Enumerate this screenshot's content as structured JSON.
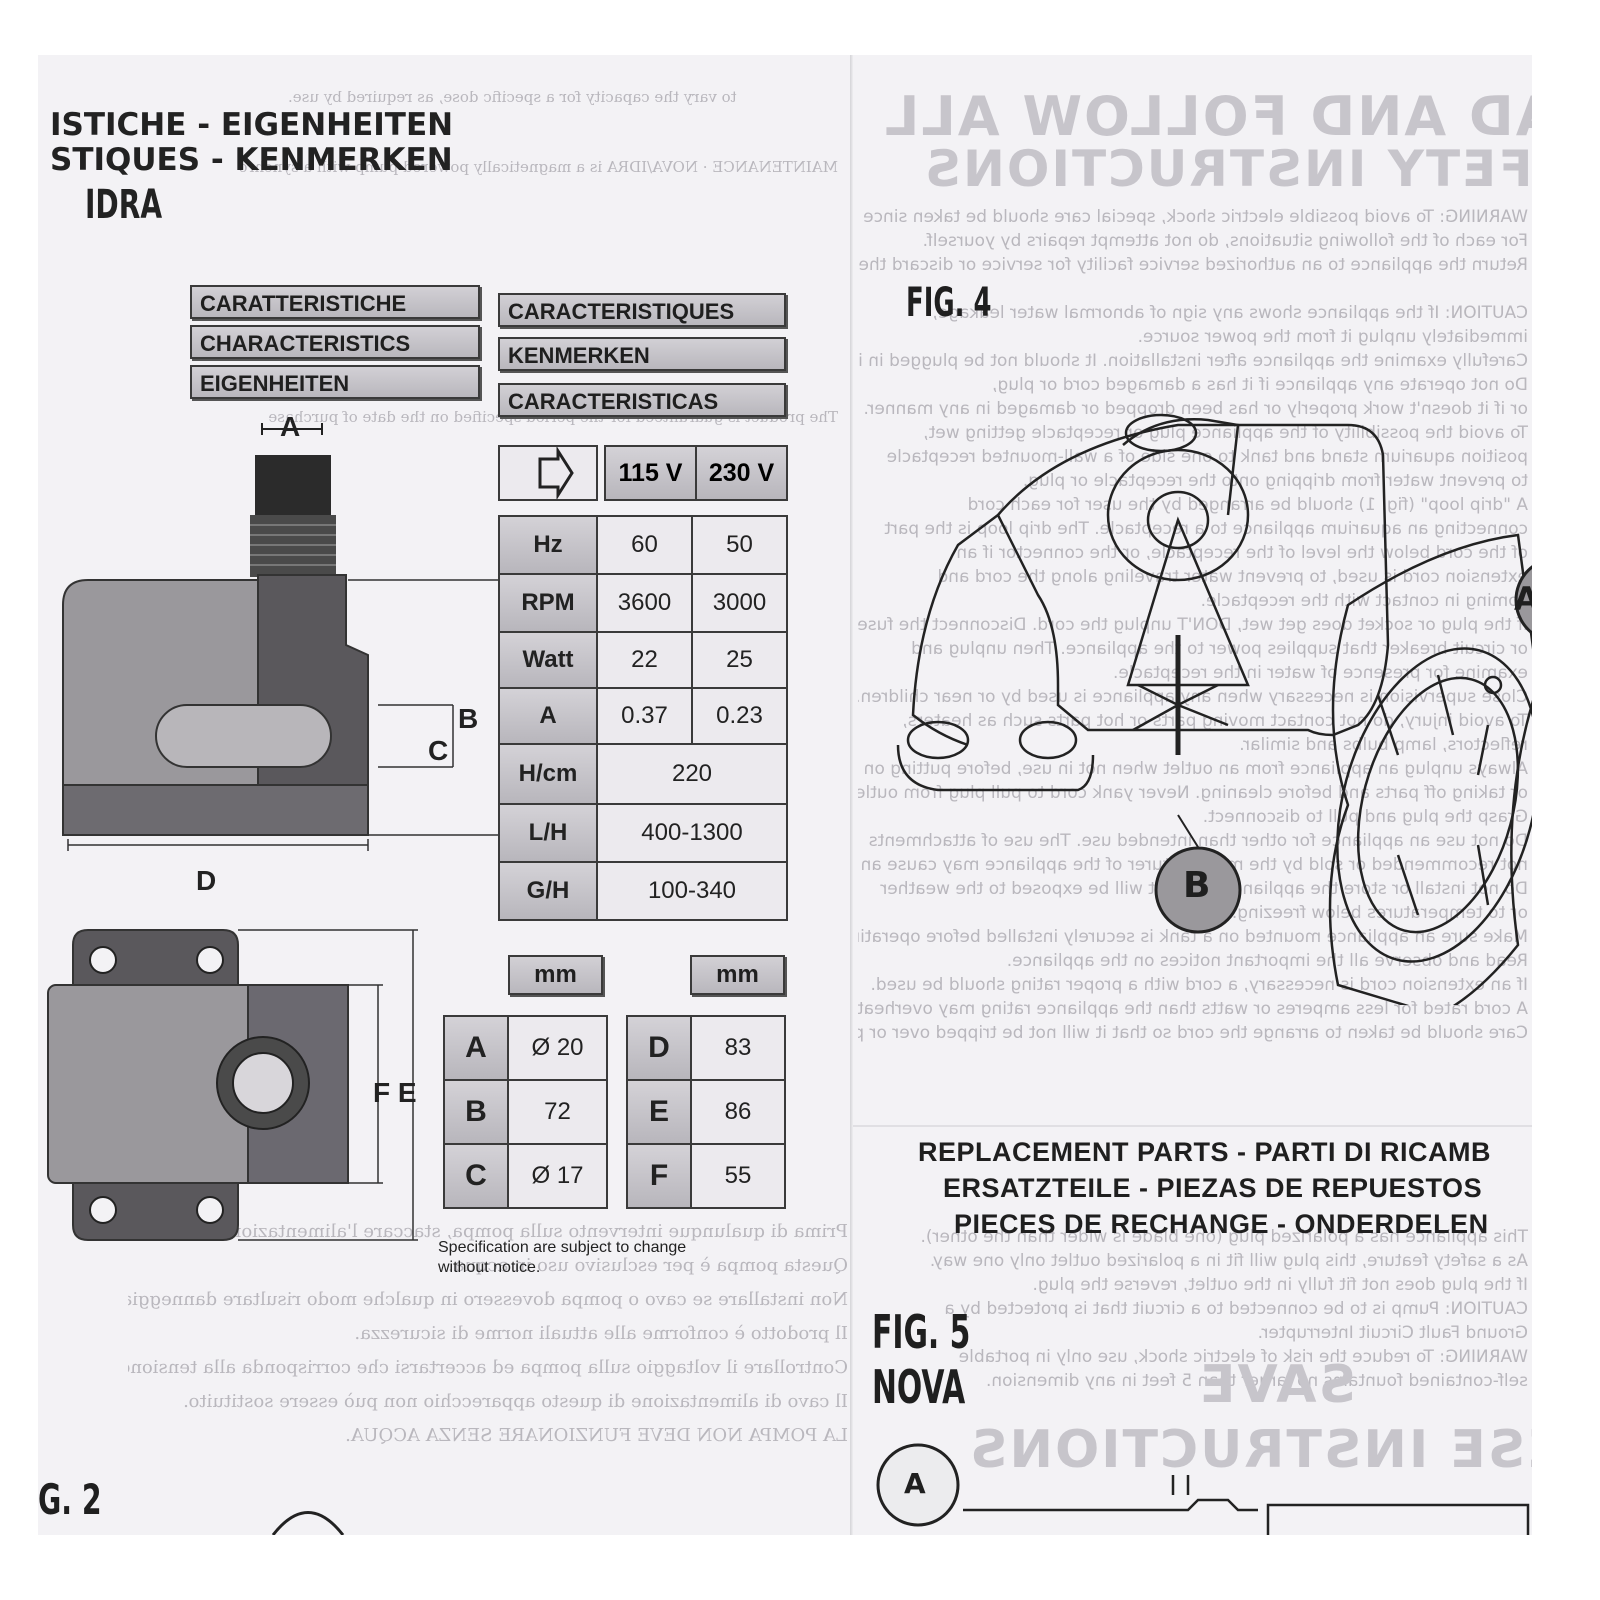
{
  "left_page": {
    "header_line1": "ISTICHE - EIGENHEITEN",
    "header_line2": "STIQUES - KENMERKEN",
    "model": "IDRA",
    "char_labels": [
      "CARATTERISTICHE",
      "CHARACTERISTICS",
      "EIGENHEITEN",
      "CARACTERISTIQUES",
      "KENMERKEN",
      "CARACTERISTICAS"
    ],
    "voltages": [
      "115 V",
      "230 V"
    ],
    "spec_rows": [
      {
        "label": "Hz",
        "v115": "60",
        "v230": "50"
      },
      {
        "label": "RPM",
        "v115": "3600",
        "v230": "3000"
      },
      {
        "label": "Watt",
        "v115": "22",
        "v230": "25"
      },
      {
        "label": "A",
        "v115": "0.37",
        "v230": "0.23"
      }
    ],
    "spec_rows_merged": [
      {
        "label": "H/cm",
        "value": "220"
      },
      {
        "label": "L/H",
        "value": "400-1300"
      },
      {
        "label": "G/H",
        "value": "100-340"
      }
    ],
    "unit": "mm",
    "dims_left": [
      {
        "label": "A",
        "value": "Ø 20"
      },
      {
        "label": "B",
        "value": "72"
      },
      {
        "label": "C",
        "value": "Ø 17"
      }
    ],
    "dims_right": [
      {
        "label": "D",
        "value": "83"
      },
      {
        "label": "E",
        "value": "86"
      },
      {
        "label": "F",
        "value": "55"
      }
    ],
    "diagram_labels": {
      "a": "A",
      "b": "B",
      "c": "C",
      "d": "D",
      "fe": "F E"
    },
    "note_line1": "Specification are subject to change",
    "note_line2": "without notice.",
    "fig_bottom": "G. 2"
  },
  "right_page": {
    "fig4": "FIG. 4",
    "fig4_label_b": "B",
    "fig4_label_a": "A",
    "replacement_line1": "REPLACEMENT PARTS - PARTI DI RICAMB",
    "replacement_line2": "ERSATZTEILE - PIEZAS DE REPUESTOS",
    "replacement_line3": "PIECES DE RECHANGE - ONDERDELEN",
    "fig5": "FIG. 5",
    "fig5_model": "NOVA",
    "fig5_label_a": "A"
  }
}
